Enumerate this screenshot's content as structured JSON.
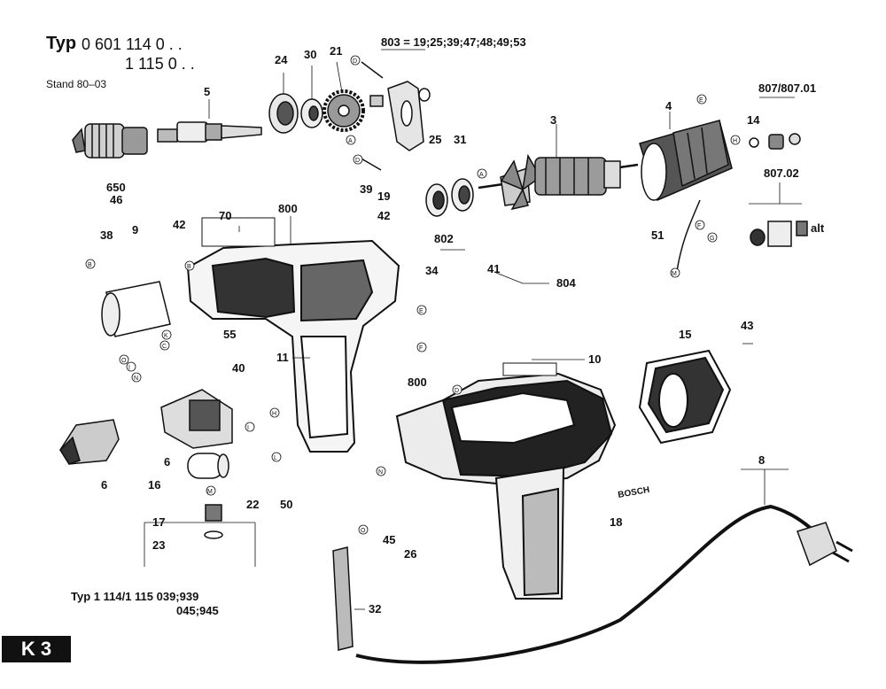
{
  "header": {
    "typ_label": "Typ",
    "model_line1": "0 601 114 0 . .",
    "model_line2": "1 115 0 . .",
    "stand": "Stand 80–03"
  },
  "footer": {
    "typ_line": "Typ 1 114/1 115 039;939",
    "variants_line": "045;945"
  },
  "page_badge": "K 3",
  "brand_plate": "BOSCH",
  "alt_label": "alt",
  "part_labels": {
    "p803": "803 = 19;25;39;47;48;49;53",
    "p24": "24",
    "p30": "30",
    "p21": "21",
    "p5": "5",
    "p650": "650",
    "p46": "46",
    "p39": "39",
    "p19": "19",
    "p25": "25",
    "p31": "31",
    "p3": "3",
    "p4": "4",
    "p807": "807/807.01",
    "p14": "14",
    "p807_02": "807.02",
    "p51": "51",
    "p70": "70",
    "p800a": "800",
    "p42a": "42",
    "p42b": "42",
    "p38": "38",
    "p9": "9",
    "p802": "802",
    "p34": "34",
    "p41": "41",
    "p804": "804",
    "p55": "55",
    "p11": "11",
    "p40": "40",
    "p10": "10",
    "p800b": "800",
    "p15": "15",
    "p43": "43",
    "p6a": "6",
    "p6b": "6",
    "p16": "16",
    "p50": "50",
    "p17": "17",
    "p22": "22",
    "p23": "23",
    "p45": "45",
    "p26": "26",
    "p18": "18",
    "p8": "8",
    "p32": "32"
  },
  "callouts": [
    "A",
    "B",
    "C",
    "D",
    "E",
    "F",
    "G",
    "H",
    "I",
    "K",
    "L",
    "M",
    "N",
    "O"
  ]
}
